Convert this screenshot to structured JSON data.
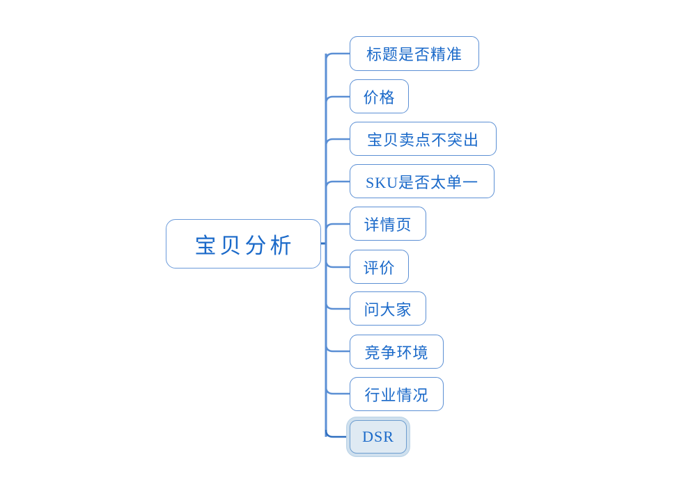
{
  "diagram": {
    "type": "mind-map",
    "title": "宝贝分析",
    "orientation": "left-root-right-branches",
    "background_color": "#ffffff",
    "node_border_color": "#5b8fd4",
    "node_text_color": "#1a69c9",
    "connector_color": "#2f6fc0",
    "selected_fill_color": "#dfeaf3"
  },
  "root": {
    "label": "宝贝分析"
  },
  "branches": [
    {
      "label": "标题是否精准",
      "selected": false
    },
    {
      "label": "价格",
      "selected": false
    },
    {
      "label": "宝贝卖点不突出",
      "selected": false
    },
    {
      "label": "SKU是否太单一",
      "selected": false
    },
    {
      "label": "详情页",
      "selected": false
    },
    {
      "label": "评价",
      "selected": false
    },
    {
      "label": "问大家",
      "selected": false
    },
    {
      "label": "竞争环境",
      "selected": false
    },
    {
      "label": "行业情况",
      "selected": false
    },
    {
      "label": "DSR",
      "selected": true
    }
  ]
}
